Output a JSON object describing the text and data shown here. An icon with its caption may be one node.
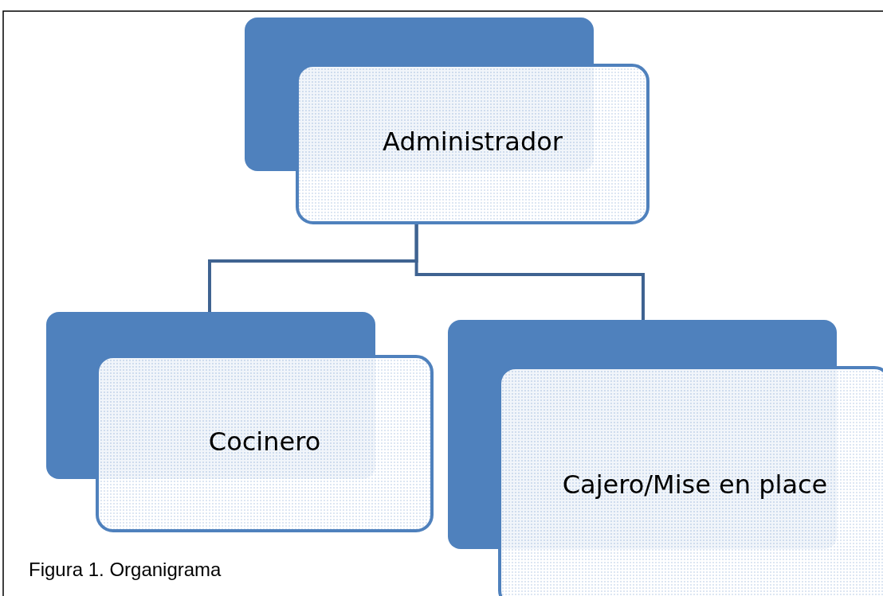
{
  "diagram": {
    "caption": "Figura 1. Organigrama",
    "nodes": [
      {
        "text": [
          "Administrador"
        ]
      },
      {
        "text": [
          "Cocinero"
        ]
      },
      {
        "text": [
          "Cajero/Mise en place"
        ]
      }
    ],
    "edges": [
      {
        "from": 0,
        "to": 1,
        "arrow": "none"
      },
      {
        "from": 0,
        "to": 2,
        "arrow": "none"
      }
    ]
  }
}
